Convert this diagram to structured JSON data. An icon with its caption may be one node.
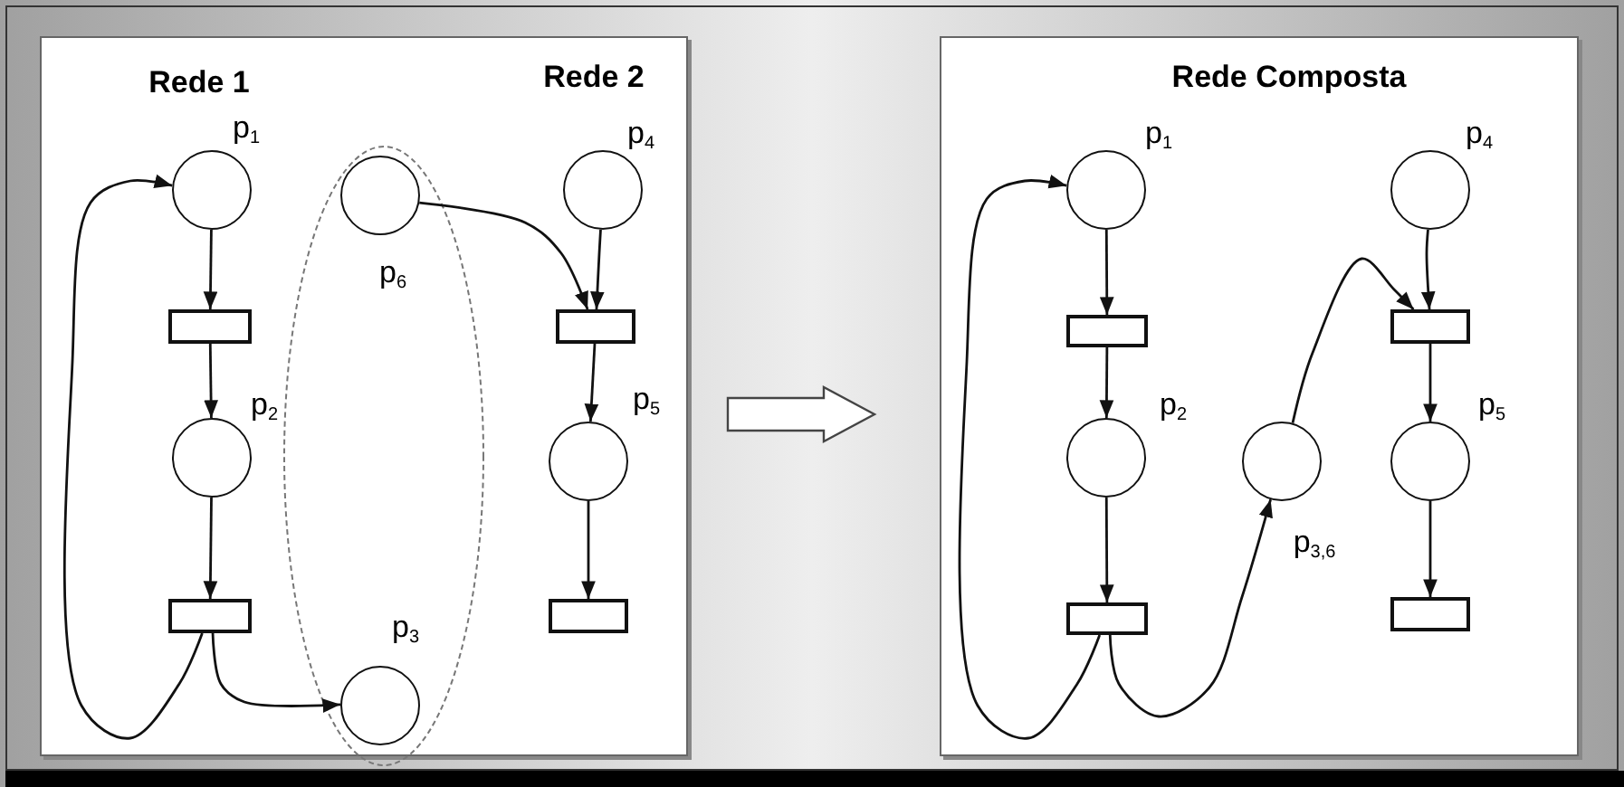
{
  "diagram": {
    "nodes": [
      {
        "text": [
          "Rede 1",
          "Rede 2"
        ]
      },
      {
        "text": [],
        "shape": "circle",
        "in": 0,
        "beside": [
          "p$_{1}$"
        ]
      },
      {
        "text": [],
        "shape": "bar",
        "in": 0
      },
      {
        "text": [],
        "shape": "circle",
        "in": 0,
        "beside": [
          "p$_{2}$"
        ]
      },
      {
        "text": [],
        "shape": "bar",
        "in": 0
      },
      {
        "text": [],
        "shape": "circle",
        "in": 0,
        "beside": [
          "p$_{6}$"
        ]
      },
      {
        "text": [],
        "shape": "circle",
        "in": 0,
        "beside": [
          "p$_{3}$"
        ]
      },
      {
        "text": [],
        "shape": "circle",
        "in": 0,
        "beside": [
          "p$_{4}$"
        ]
      },
      {
        "text": [],
        "shape": "bar",
        "in": 0
      },
      {
        "text": [],
        "shape": "circle",
        "in": 0,
        "beside": [
          "p$_{5}$"
        ]
      },
      {
        "text": [],
        "shape": "bar",
        "in": 0
      },
      {
        "text": [
          "Rede Composta"
        ]
      },
      {
        "text": [],
        "shape": "circle",
        "in": 11,
        "beside": [
          "p$_{1}$"
        ]
      },
      {
        "text": [],
        "shape": "bar",
        "in": 11
      },
      {
        "text": [],
        "shape": "circle",
        "in": 11,
        "beside": [
          "p$_{2}$"
        ]
      },
      {
        "text": [],
        "shape": "bar",
        "in": 11
      },
      {
        "text": [],
        "shape": "circle",
        "in": 11,
        "beside": [
          "p$_{3,6}$"
        ]
      },
      {
        "text": [],
        "shape": "circle",
        "in": 11,
        "beside": [
          "p$_{4}$"
        ]
      },
      {
        "text": [],
        "shape": "bar",
        "in": 11
      },
      {
        "text": [],
        "shape": "circle",
        "in": 11,
        "beside": [
          "p$_{5}$"
        ]
      },
      {
        "text": [],
        "shape": "bar",
        "in": 11
      }
    ],
    "edges": [
      {
        "from": 1,
        "to": 2,
        "arrow": "to"
      },
      {
        "from": 2,
        "to": 3,
        "arrow": "to"
      },
      {
        "from": 3,
        "to": 4,
        "arrow": "to"
      },
      {
        "from": 4,
        "to": 1,
        "arrow": "to"
      },
      {
        "from": 4,
        "to": 6,
        "arrow": "to"
      },
      {
        "from": 5,
        "to": 8,
        "arrow": "to"
      },
      {
        "from": 7,
        "to": 8,
        "arrow": "to"
      },
      {
        "from": 8,
        "to": 9,
        "arrow": "to"
      },
      {
        "from": 9,
        "to": 10,
        "arrow": "to"
      },
      {
        "from": 12,
        "to": 13,
        "arrow": "to"
      },
      {
        "from": 13,
        "to": 14,
        "arrow": "to"
      },
      {
        "from": 14,
        "to": 15,
        "arrow": "to"
      },
      {
        "from": 15,
        "to": 12,
        "arrow": "to"
      },
      {
        "from": 15,
        "to": 16,
        "arrow": "to"
      },
      {
        "from": 16,
        "to": 18,
        "arrow": "to"
      },
      {
        "from": 17,
        "to": 18,
        "arrow": "to"
      },
      {
        "from": 18,
        "to": 19,
        "arrow": "to"
      },
      {
        "from": 19,
        "to": 20,
        "arrow": "to"
      },
      {
        "from": 0,
        "to": 11,
        "arrow": "to",
        "style": "thick"
      }
    ]
  }
}
